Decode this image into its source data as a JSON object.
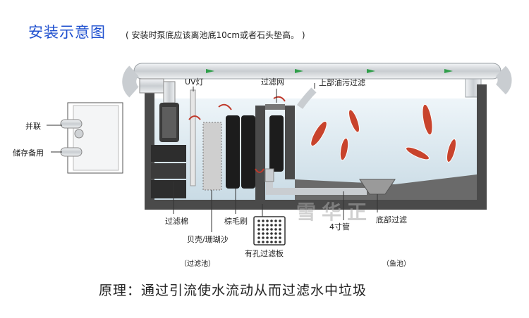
{
  "title": "安装示意图",
  "title_note": "( 安装时泵底应该离池底10cm或者石头垫高。 )",
  "labels": {
    "uv_lamp": "UV灯",
    "filter_net": "过滤网",
    "top_oil_filter": "上部油污过滤",
    "parallel": "并联",
    "spare": "储存备用",
    "filter_cotton": "过滤棉",
    "shell_coral_sand": "贝壳/珊瑚沙",
    "palm_brush": "棕毛刷",
    "perforated_plate": "有孔过滤板",
    "bottom_filter": "底部过滤",
    "pipe_4inch": "4寸管",
    "filter_pool": "（过滤池）",
    "fish_pool": "（鱼池）"
  },
  "watermark": "雪华正",
  "principle": "原理：通过引流使水流动从而过滤水中垃圾",
  "colors": {
    "title": "#1e4fcf",
    "water": "#dbe8ef",
    "tank_wall": "#4a4a4a",
    "pipe": "#d6d9dc",
    "flow_arrow": "#2f9e4a",
    "red_arrow": "#c0392b",
    "fish": "#c8432c"
  }
}
